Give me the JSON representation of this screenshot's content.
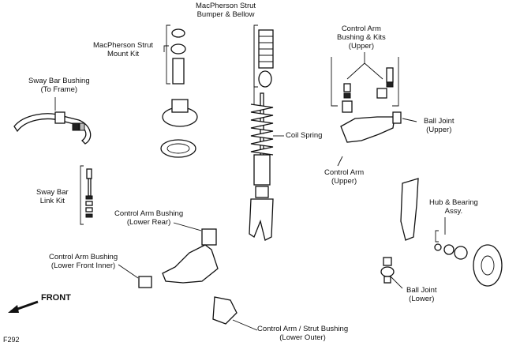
{
  "labels": {
    "strut_bumper": [
      "MacPherson Strut",
      "Bumper & Bellow"
    ],
    "strut_mount": [
      "MacPherson Strut",
      "Mount Kit"
    ],
    "ca_bushing_upper": [
      "Control Arm",
      "Bushing & Kits",
      "(Upper)"
    ],
    "sway_bar_bushing": [
      "Sway Bar Bushing",
      "(To Frame)"
    ],
    "ball_joint_upper": [
      "Ball Joint",
      "(Upper)"
    ],
    "coil_spring": [
      "Coil Spring"
    ],
    "control_arm_upper": [
      "Control Arm",
      "(Upper)"
    ],
    "sway_bar_link": [
      "Sway Bar",
      "Link Kit"
    ],
    "hub_bearing": [
      "Hub & Bearing",
      "Assy."
    ],
    "ca_bushing_lower_rear": [
      "Control Arm Bushing",
      "(Lower Rear)"
    ],
    "ca_bushing_lower_front": [
      "Control Arm Bushing",
      "(Lower Front Inner)"
    ],
    "ball_joint_lower": [
      "Ball Joint",
      "(Lower)"
    ],
    "ca_strut_bushing": [
      "Control Arm / Strut Bushing",
      "(Lower Outer)"
    ],
    "front": "FRONT",
    "figure_code": "F292"
  }
}
